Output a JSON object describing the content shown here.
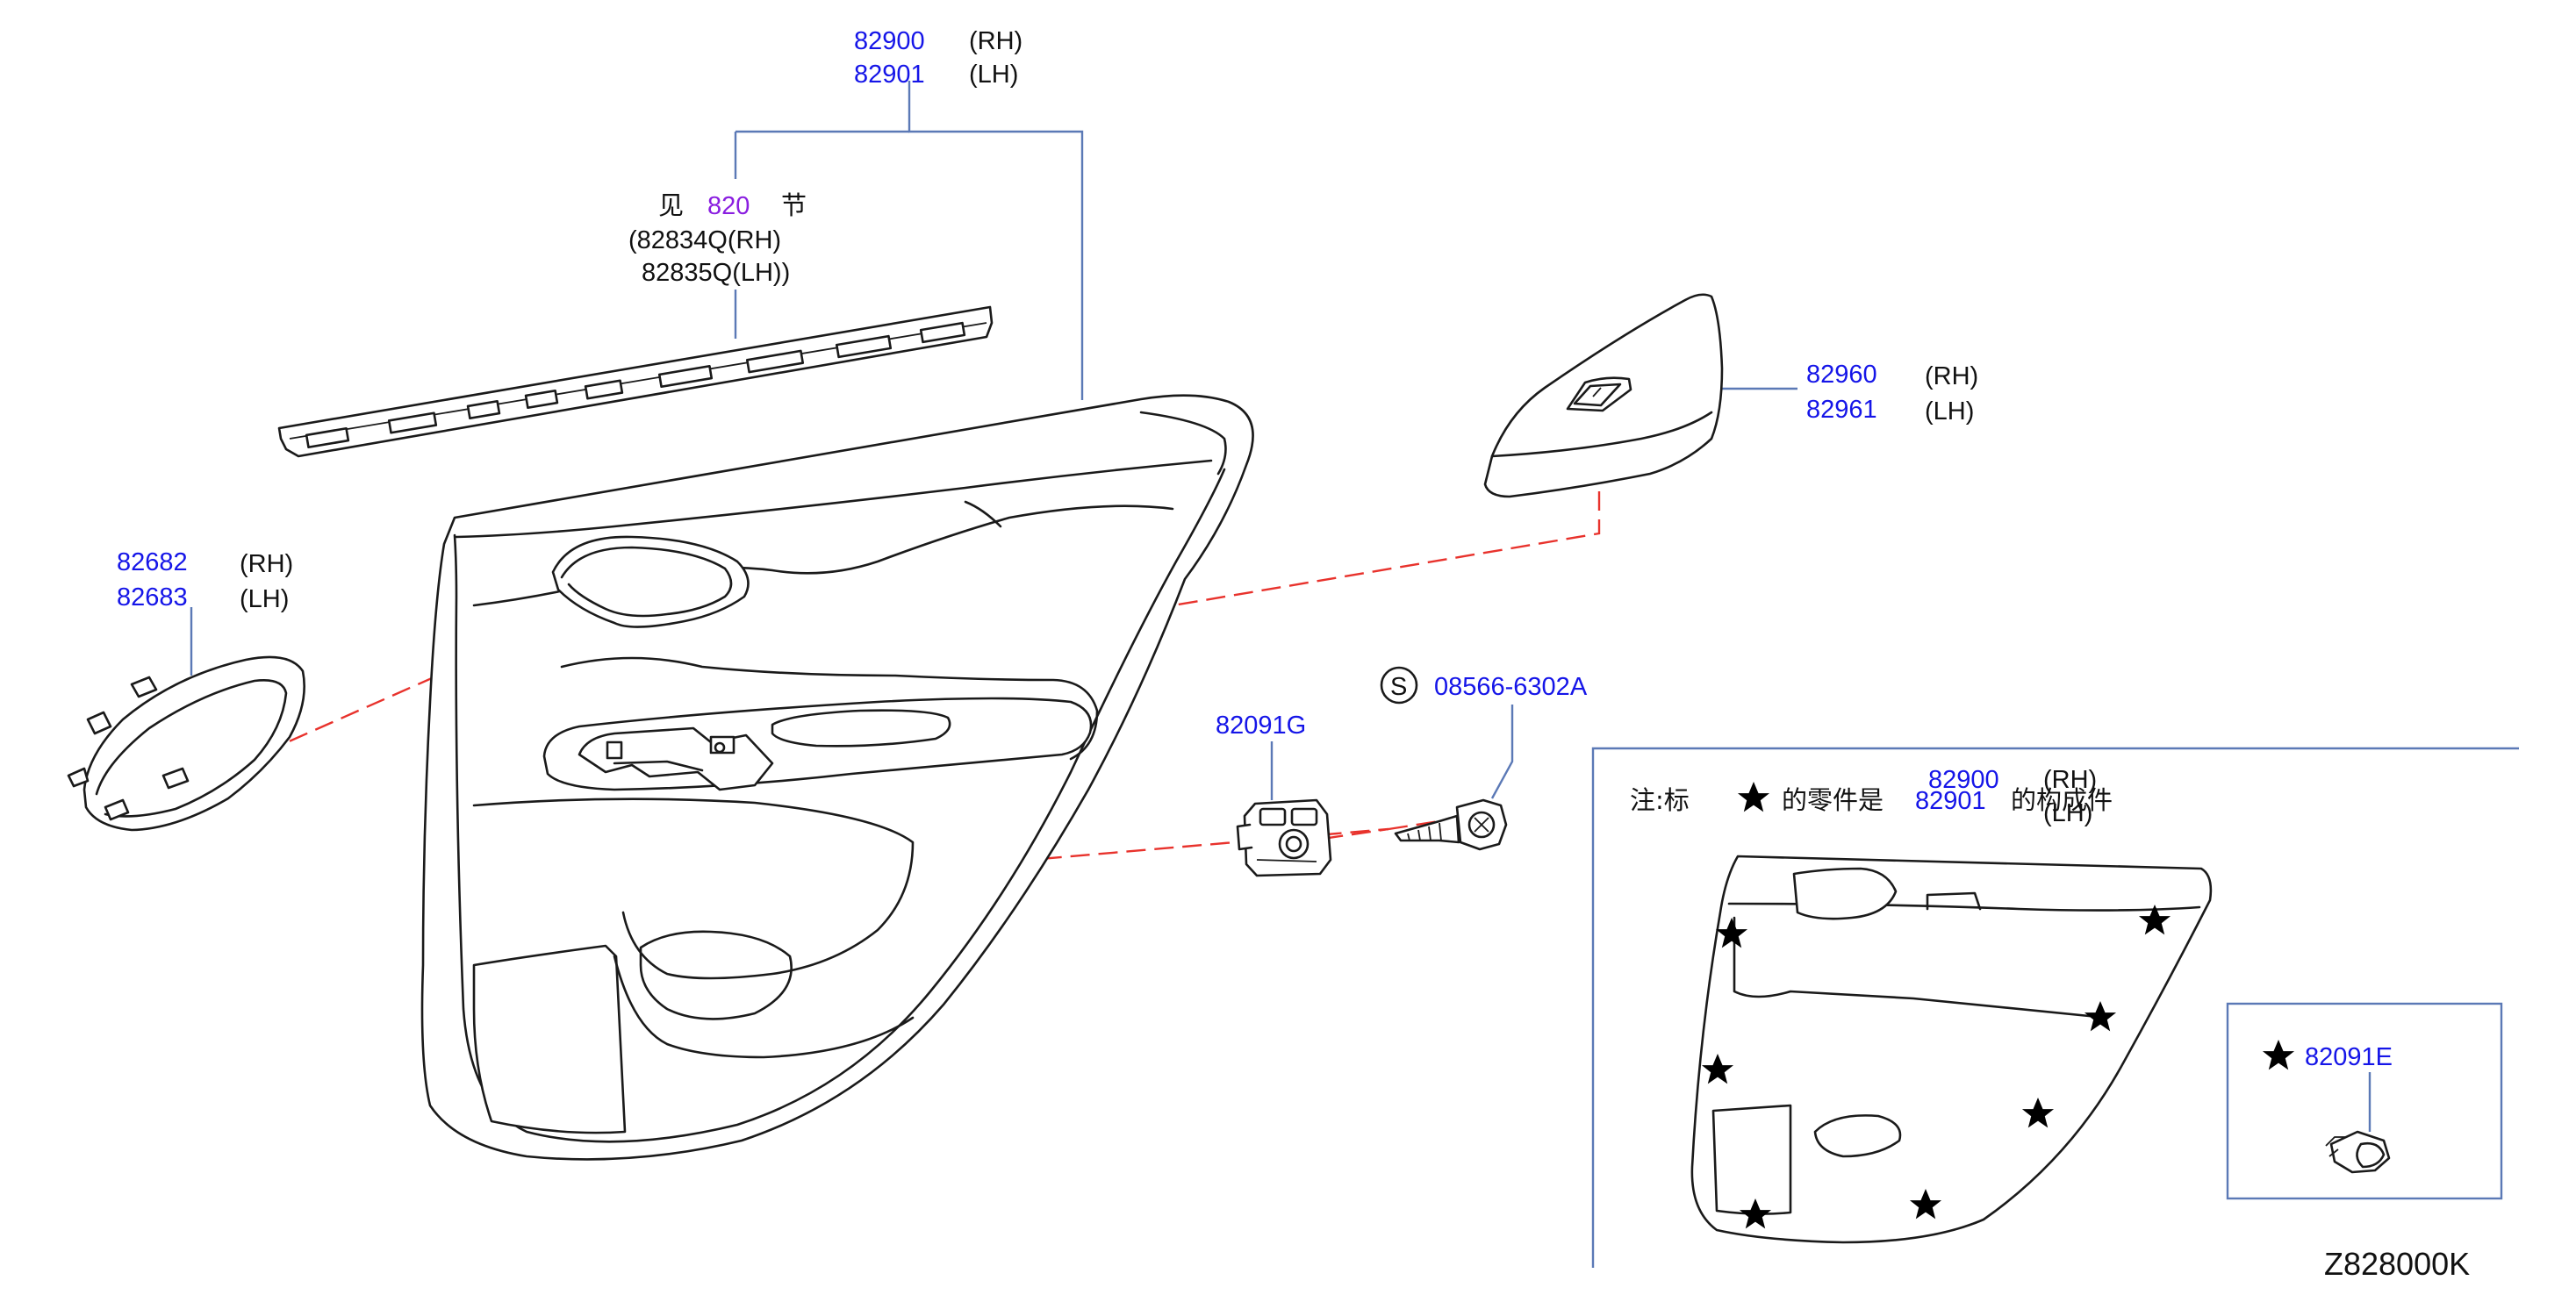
{
  "colors": {
    "part_number": "#1515e8",
    "section_ref": "#8a1ee0",
    "leader_line": "#5b79b6",
    "dashed_line": "#e8322c",
    "outline": "#1a1a1a"
  },
  "callouts": {
    "finisher": {
      "rh": "82900",
      "lh": "82901",
      "rh_tag": "(RH)",
      "lh_tag": "(LH)"
    },
    "see_section": {
      "prefix": "见",
      "section": "820",
      "suffix": "节",
      "line1": "(82834Q(RH)",
      "line2": "82835Q(LH))"
    },
    "switch_finisher": {
      "rh": "82960",
      "lh": "82961",
      "rh_tag": "(RH)",
      "lh_tag": "(LH)"
    },
    "inside_handle_escutcheon": {
      "rh": "82682",
      "lh": "82683",
      "rh_tag": "(RH)",
      "lh_tag": "(LH)"
    },
    "clip": {
      "pn": "82091G"
    },
    "screw": {
      "symbol": "S",
      "pn": "08566-6302A"
    }
  },
  "inset": {
    "note_prefix": "注:标",
    "note_mid": "的零件是",
    "note_suffix": "的构成件",
    "rh": "82900",
    "lh": "82901",
    "rh_tag": "(RH)",
    "lh_tag": "(LH)",
    "star_icon": "star-icon",
    "sub_clip_pn": "82091E"
  },
  "diagram_id": "Z828000K"
}
